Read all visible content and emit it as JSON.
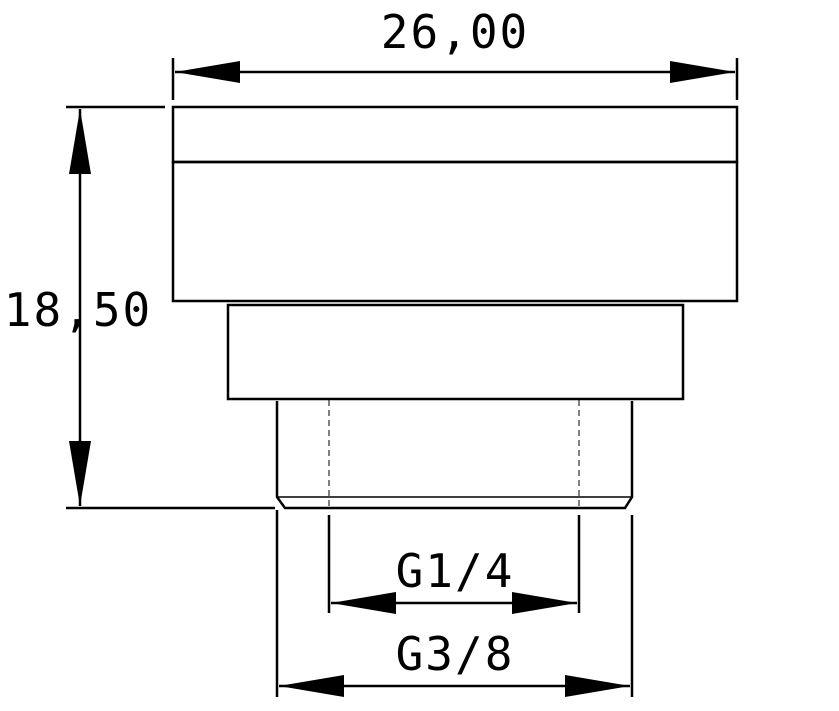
{
  "dimensions": {
    "width_label": "26,00",
    "height_label": "18,50",
    "inner_thread_label": "G1/4",
    "outer_thread_label": "G3/8"
  },
  "colors": {
    "ink": "#000000",
    "background": "#ffffff"
  }
}
